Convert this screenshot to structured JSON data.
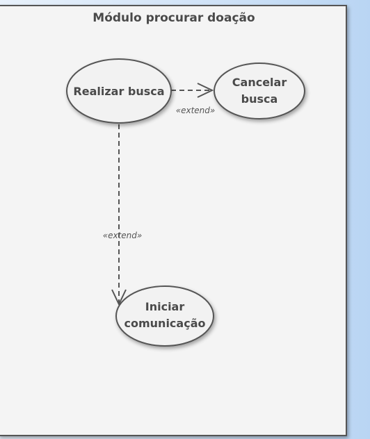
{
  "boundary": {
    "title": "Módulo procurar doação"
  },
  "use_cases": {
    "realizar_busca": {
      "label": "Realizar busca"
    },
    "cancelar_busca": {
      "line1": "Cancelar",
      "line2": "busca"
    },
    "iniciar_comunicacao": {
      "line1": "Iniciar",
      "line2": "comunicação"
    }
  },
  "relationships": {
    "extend_cancelar": {
      "stereotype": "«extend»"
    },
    "extend_iniciar": {
      "stereotype": "«extend»"
    }
  },
  "colors": {
    "boundary_fill": "#f4f4f4",
    "boundary_stroke": "#555555",
    "usecase_fill": "#f2f2f2",
    "usecase_stroke": "#555555",
    "text": "#4a4a4a",
    "arrow": "#555555"
  }
}
